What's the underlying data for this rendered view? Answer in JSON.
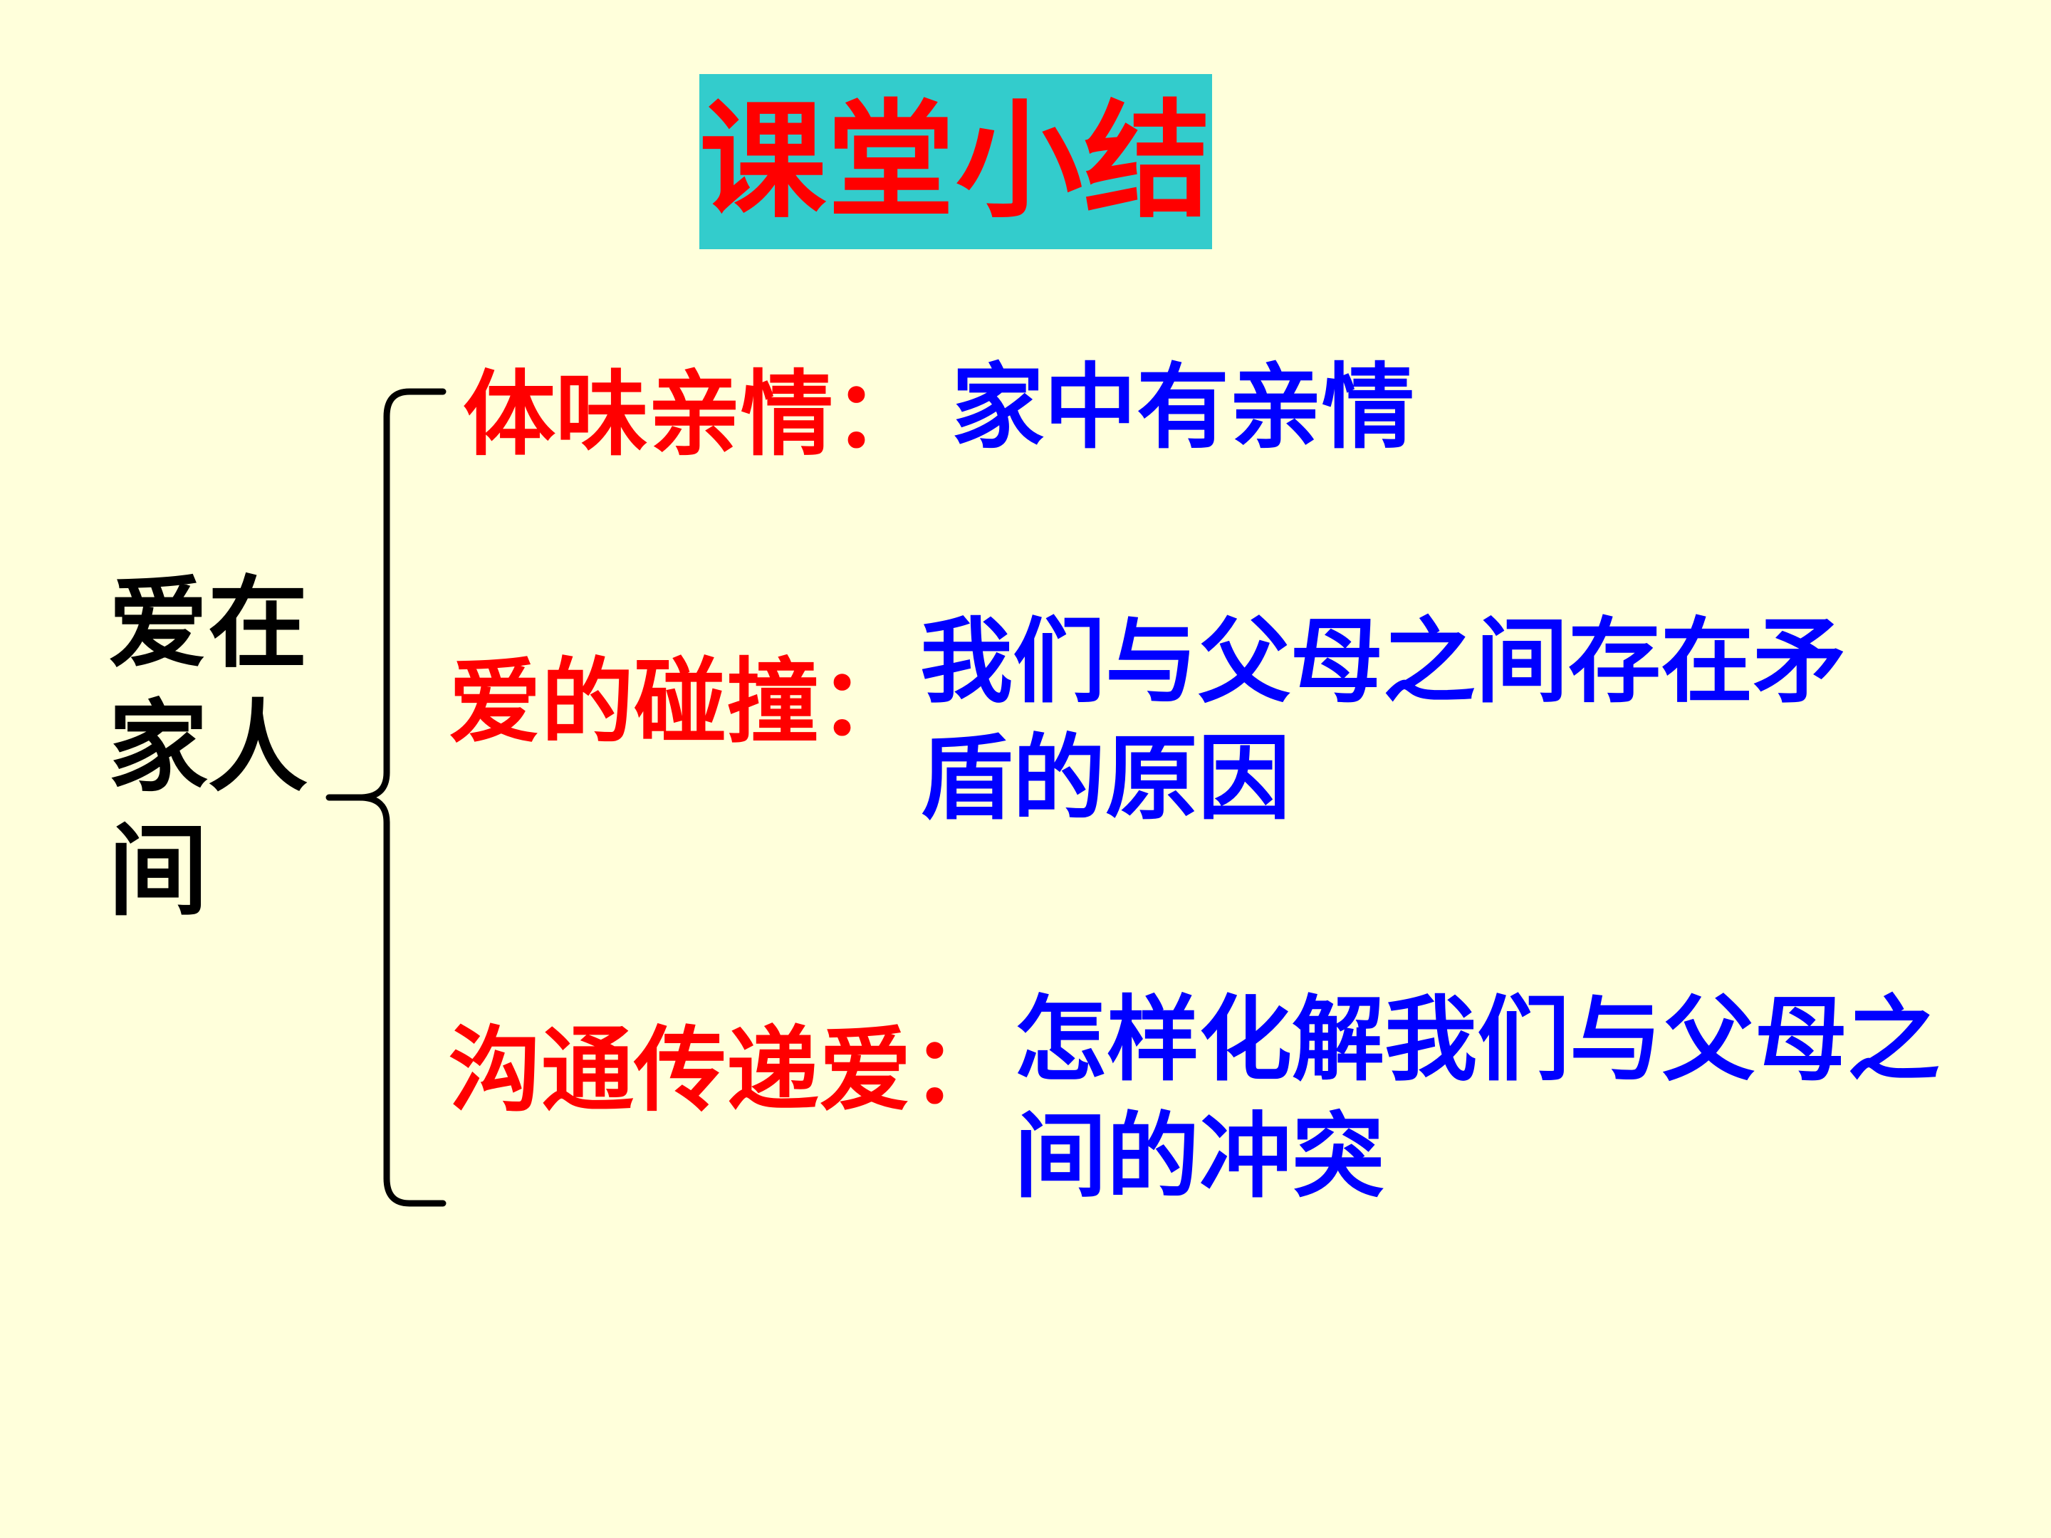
{
  "title": "课堂小结",
  "topic": {
    "line1": "爱在",
    "line2": "家人",
    "line3": "间"
  },
  "items": [
    {
      "label": "体味亲情：",
      "desc": [
        "家中有亲情"
      ]
    },
    {
      "label": "爱的碰撞：",
      "desc": [
        "我们与父母之间存在矛",
        "盾的原因"
      ]
    },
    {
      "label": "沟通传递爱：",
      "desc": [
        "怎样化解我们与父母之",
        "间的冲突"
      ]
    }
  ],
  "colors": {
    "background": "#FFFFDB",
    "title_box": "#33CCCC",
    "title_text": "#FF0000",
    "topic_text": "#000000",
    "label_text": "#FF0000",
    "desc_text": "#0000FF"
  }
}
